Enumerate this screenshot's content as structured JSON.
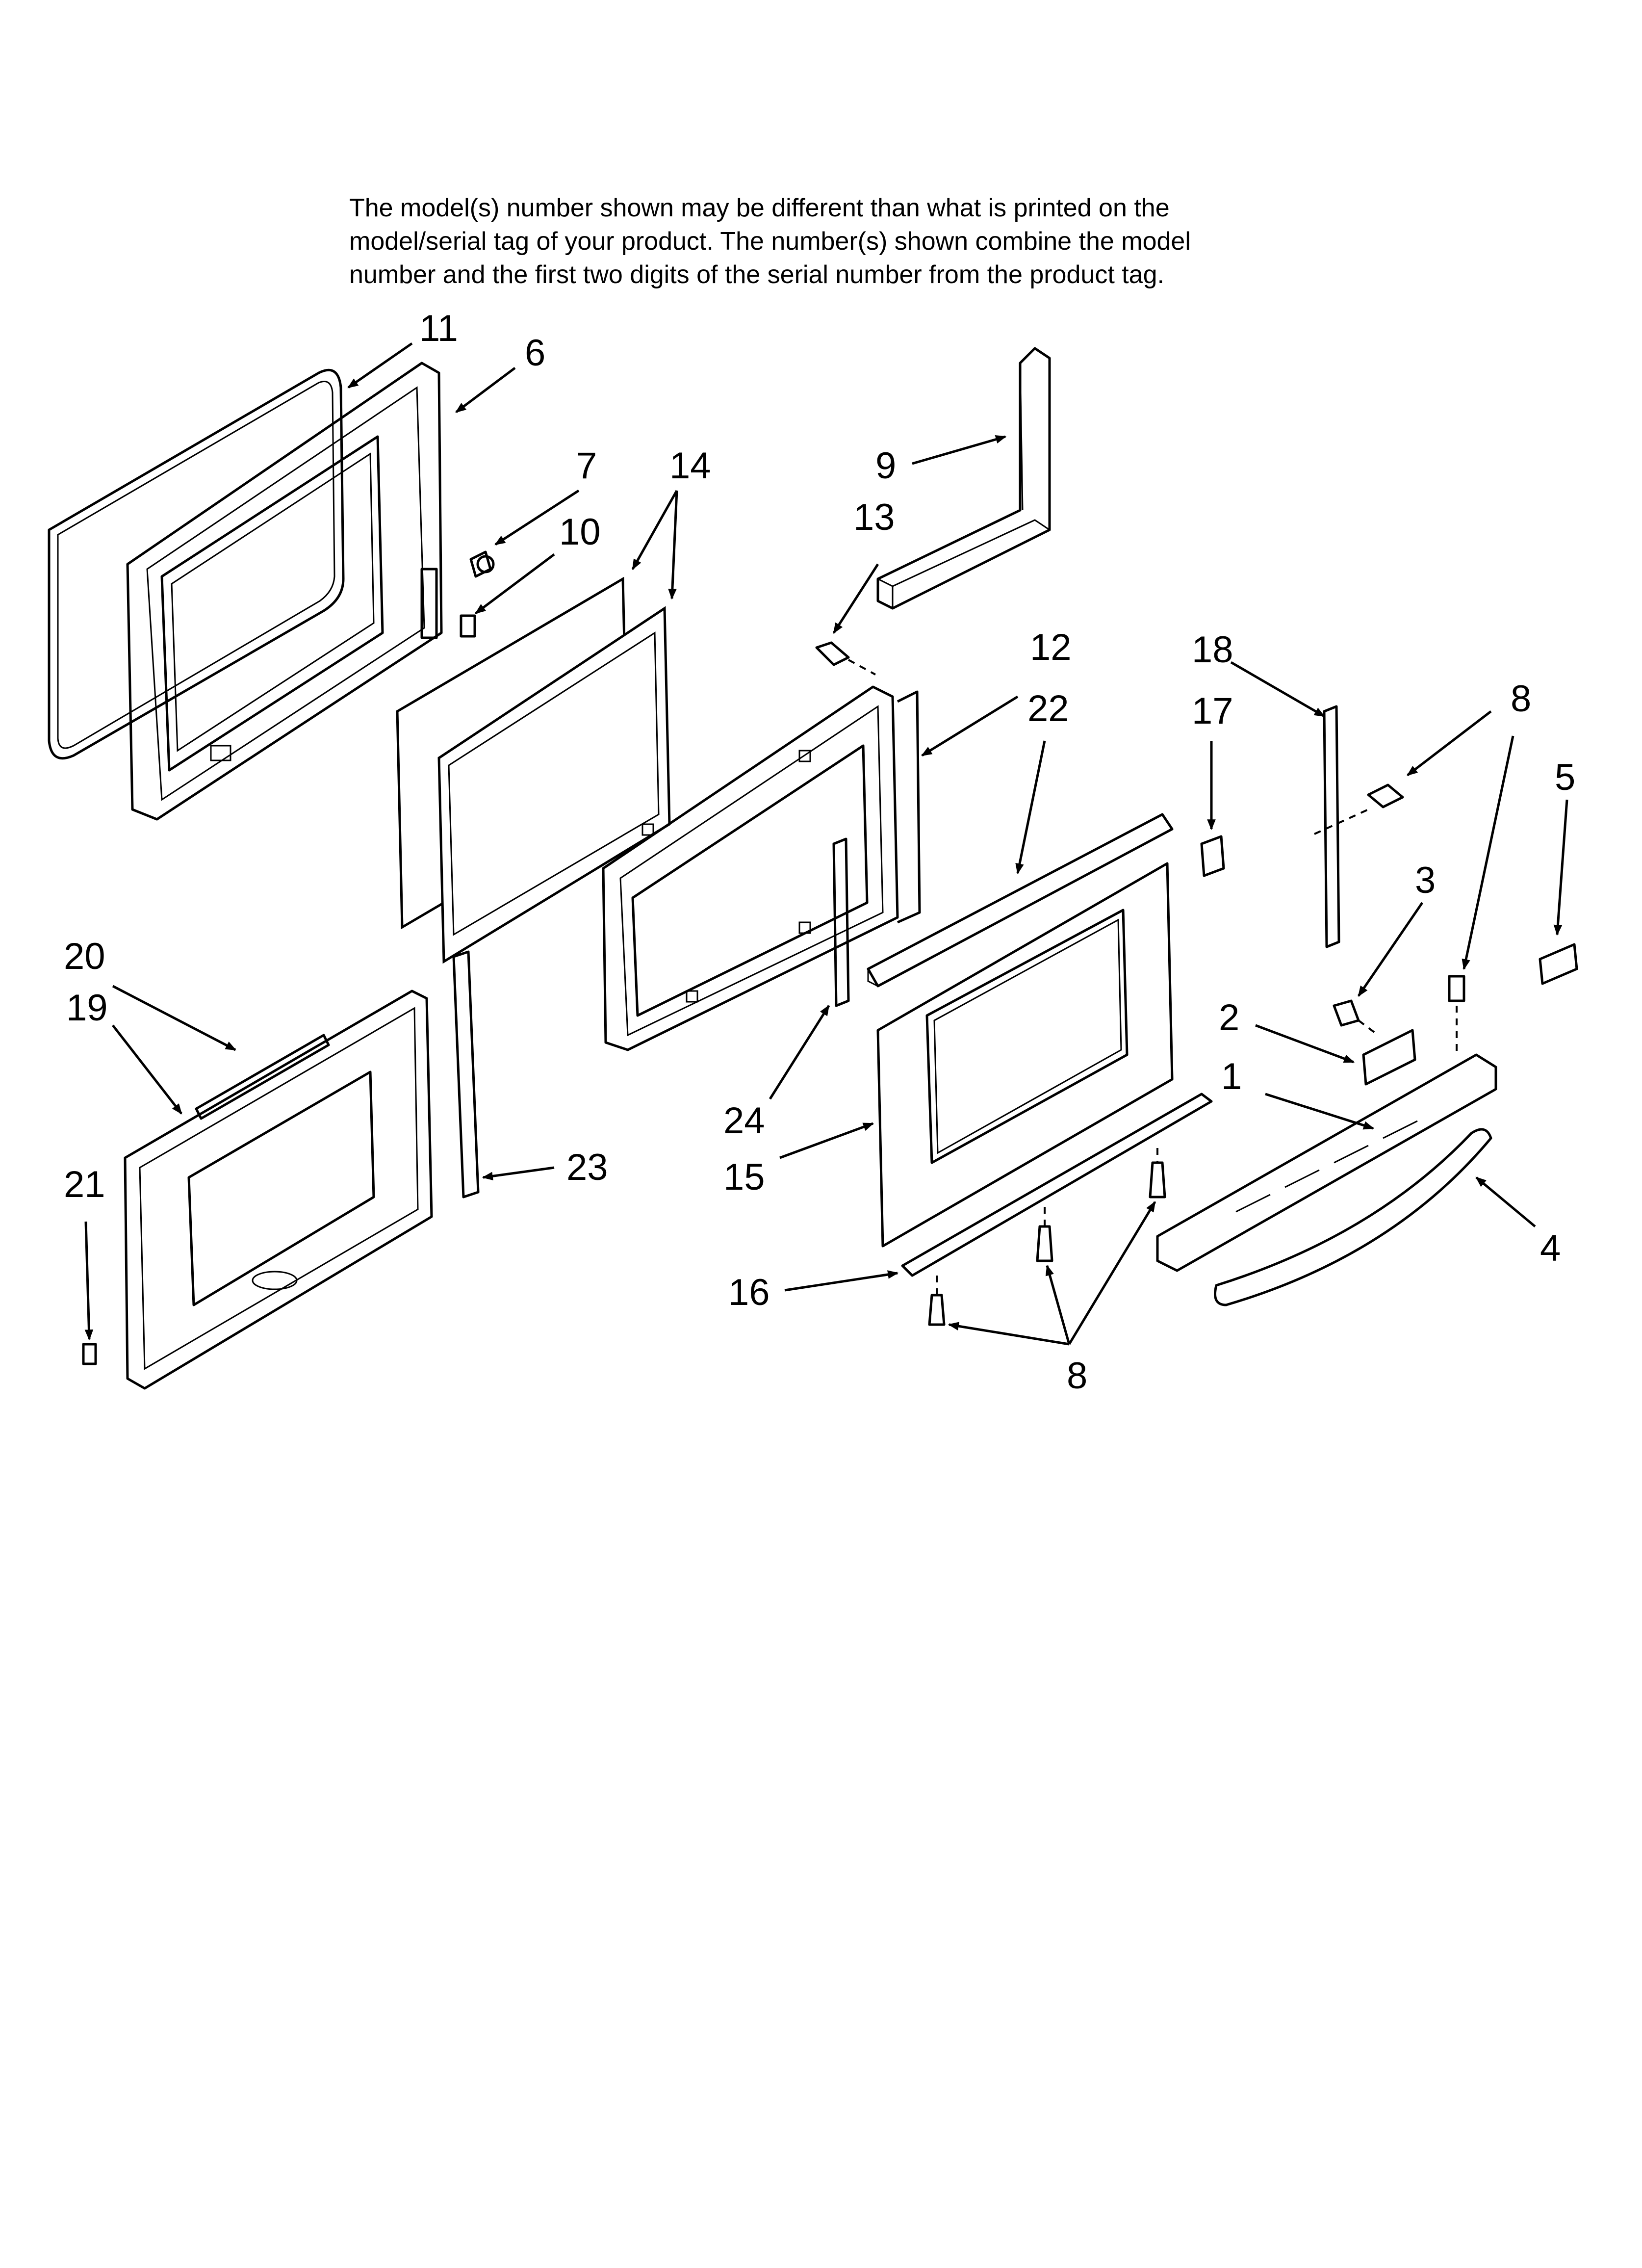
{
  "note": {
    "line1": "The model(s) number shown may be different than what is printed on the",
    "line2": "model/serial tag of your product. The number(s) shown combine the model",
    "line3": "number and the first two digits of the serial number from the product tag."
  },
  "callouts": {
    "c11": "11",
    "c6": "6",
    "c7": "7",
    "c14": "14",
    "c10": "10",
    "c9": "9",
    "c13": "13",
    "c12": "12",
    "c22": "22",
    "c18": "18",
    "c17": "17",
    "c8a": "8",
    "c5": "5",
    "c3": "3",
    "c2": "2",
    "c1": "1",
    "c4": "4",
    "c20": "20",
    "c19": "19",
    "c21": "21",
    "c23": "23",
    "c24": "24",
    "c15": "15",
    "c16": "16",
    "c8b": "8"
  }
}
